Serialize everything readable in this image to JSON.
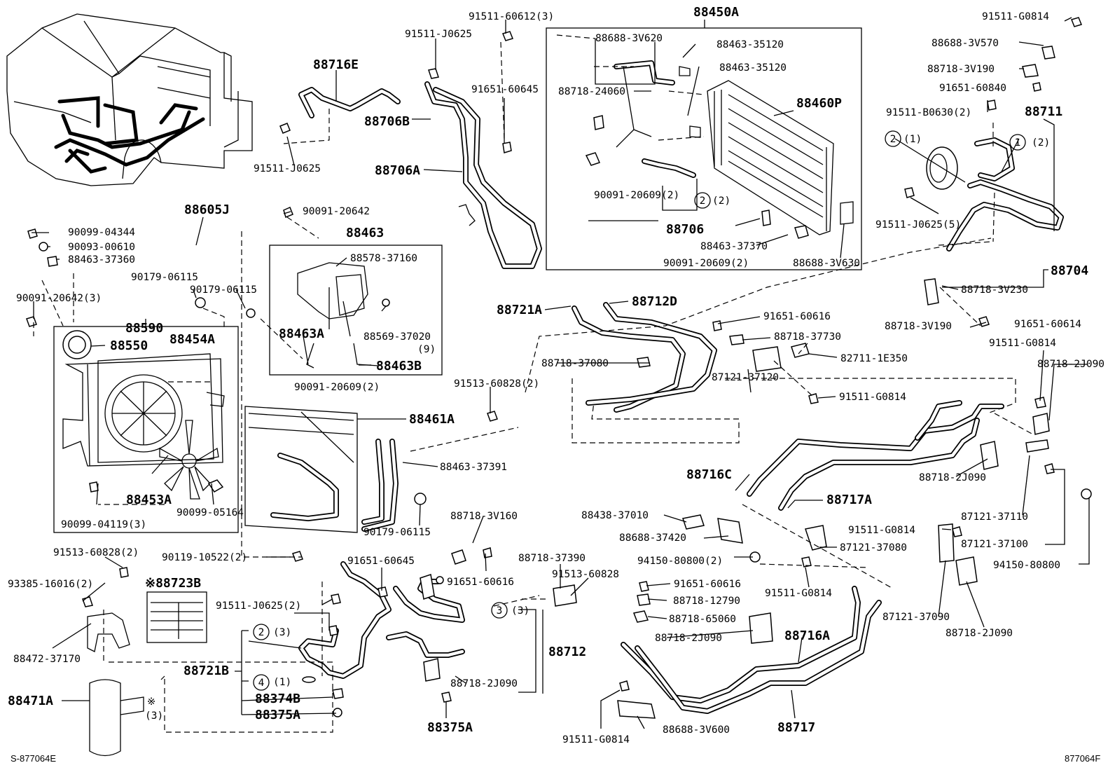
{
  "diagram": {
    "ref_left": "S-877064E",
    "ref_right": "877064F",
    "labels": {
      "l1": "88450A",
      "l2": "91511-60612(3)",
      "l3": "91511-G0814",
      "l4": "88688-3V620",
      "l5": "91511-J0625",
      "l6": "88463-35120",
      "l7": "88688-3V570",
      "l8": "88716E",
      "l9": "88463-35120",
      "l10": "88718-3V190",
      "l11": "91651-60645",
      "l12": "88718-24060",
      "l13": "91651-60840",
      "l14": "88460P",
      "l15": "88706B",
      "l16": "91511-B0630(2)",
      "l17": "88711",
      "l18": "(1)",
      "l19": "(2)",
      "l20": "91511-J0625",
      "l21": "88706A",
      "l22": "90091-20609(2)",
      "l23": "(2)",
      "l24": "88605J",
      "l25": "91511-J0625(5)",
      "l26": "90091-20642",
      "l27": "88706",
      "l28": "88463-37370",
      "l29": "90099-04344",
      "l30": "88463",
      "l31": "90091-20609(2)",
      "l32": "88688-3V630",
      "l33": "90093-00610",
      "l34": "88463-37360",
      "l35": "88578-37160",
      "l36": "88704",
      "l37": "90179-06115",
      "l38": "90179-06115",
      "l39": "88718-3V230",
      "l40": "90091-20642(3)",
      "l41": "88721A",
      "l42": "88712D",
      "l43": "88590",
      "l44": "88463A",
      "l45": "88569-37020",
      "l46": "(9)",
      "l47": "91651-60616",
      "l48": "88718-3V190",
      "l49": "91651-60614",
      "l50": "88550",
      "l51": "88454A",
      "l52": "88718-37730",
      "l53": "91511-G0814",
      "l54": "88463B",
      "l55": "82711-1E350",
      "l56": "88718-37080",
      "l57": "88718-2J090",
      "l58": "90091-20609(2)",
      "l59": "91513-60828(2)",
      "l60": "87121-37120",
      "l61": "91511-G0814",
      "l62": "88461A",
      "l63": "88463-37391",
      "l64": "88716C",
      "l65": "88718-2J090",
      "l66": "88453A",
      "l67": "88717A",
      "l68": "88438-37010",
      "l69": "90099-04119(3)",
      "l70": "90099-05164",
      "l71": "87121-37110",
      "l72": "88718-3V160",
      "l73": "88688-37420",
      "l74": "91511-G0814",
      "l75": "90179-06115",
      "l76": "87121-37100",
      "l77": "87121-37080",
      "l78": "91513-60828(2)",
      "l79": "91651-60645",
      "l80": "88718-37390",
      "l81": "94150-80800(2)",
      "l82": "94150-80800",
      "l83": "90119-10522(2)",
      "l84": "91651-60616",
      "l85": "91513-60828",
      "l86": "93385-16016(2)",
      "l87": "※88723B",
      "l88": "91511-G0814",
      "l89": "91651-60616",
      "l90": "91511-J0625(2)",
      "l91": "(3)",
      "l92": "88718-12790",
      "l93": "87121-37090",
      "l94": "88718-65060",
      "l95": "(3)",
      "l96": "88718-2J090",
      "l97": "88716A",
      "l98": "88718-2J090",
      "l99": "88472-37170",
      "l100": "88721B",
      "l101": "88712",
      "l102": "(1)",
      "l103": "88718-2J090",
      "l104": "88471A",
      "l105": "88374B",
      "l106": "※",
      "l107": "(3)",
      "l108": "88375A",
      "l109": "88375A",
      "l110": "91511-G0814",
      "l111": "88688-3V600",
      "l112": "88717"
    },
    "circled_refs": {
      "c1": "2",
      "c2": "1",
      "c3": "2",
      "c4": "3",
      "c5": "2",
      "c6": "4"
    }
  }
}
